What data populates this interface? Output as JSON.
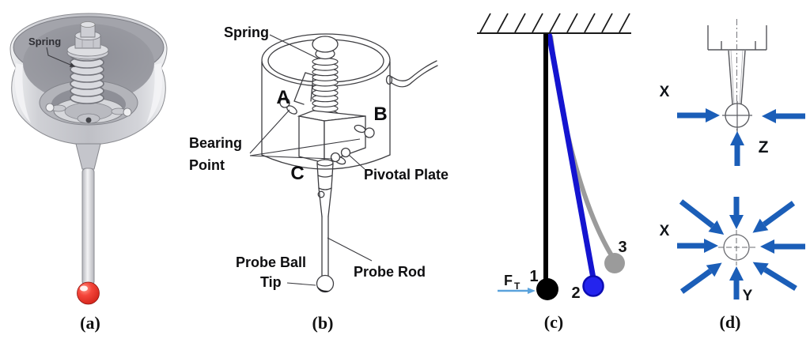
{
  "figure": {
    "captions": {
      "a": "(a)",
      "b": "(b)",
      "c": "(c)",
      "d": "(d)"
    }
  },
  "panel_a": {
    "labels": {
      "spring": "Spring"
    },
    "colors": {
      "tip_ball": "#e02318",
      "body": "#c6c7cc"
    }
  },
  "panel_b": {
    "labels": {
      "spring": "Spring",
      "point_a": "A",
      "point_b": "B",
      "point_c": "C",
      "bearing_line1": "Bearing",
      "bearing_line2": "Point",
      "pivotal_plate": "Pivotal Plate",
      "tip_line1": "Probe Ball",
      "tip_line2": "Tip",
      "probe_rod": "Probe Rod"
    }
  },
  "panel_c": {
    "labels": {
      "pos_1": "1",
      "pos_2": "2",
      "pos_3": "3",
      "force_main": "F",
      "force_sub": "T"
    },
    "colors": {
      "rod_1": "#000000",
      "rod_2": "#1414d0",
      "ball_2": "#2424ee",
      "rod_3": "#9b9b9b",
      "force_arrow": "#5aa2dc"
    }
  },
  "panel_d": {
    "labels": {
      "x_upper": "X",
      "z": "Z",
      "x_lower": "X",
      "y": "Y"
    },
    "colors": {
      "arrow": "#1b5eb8"
    }
  }
}
